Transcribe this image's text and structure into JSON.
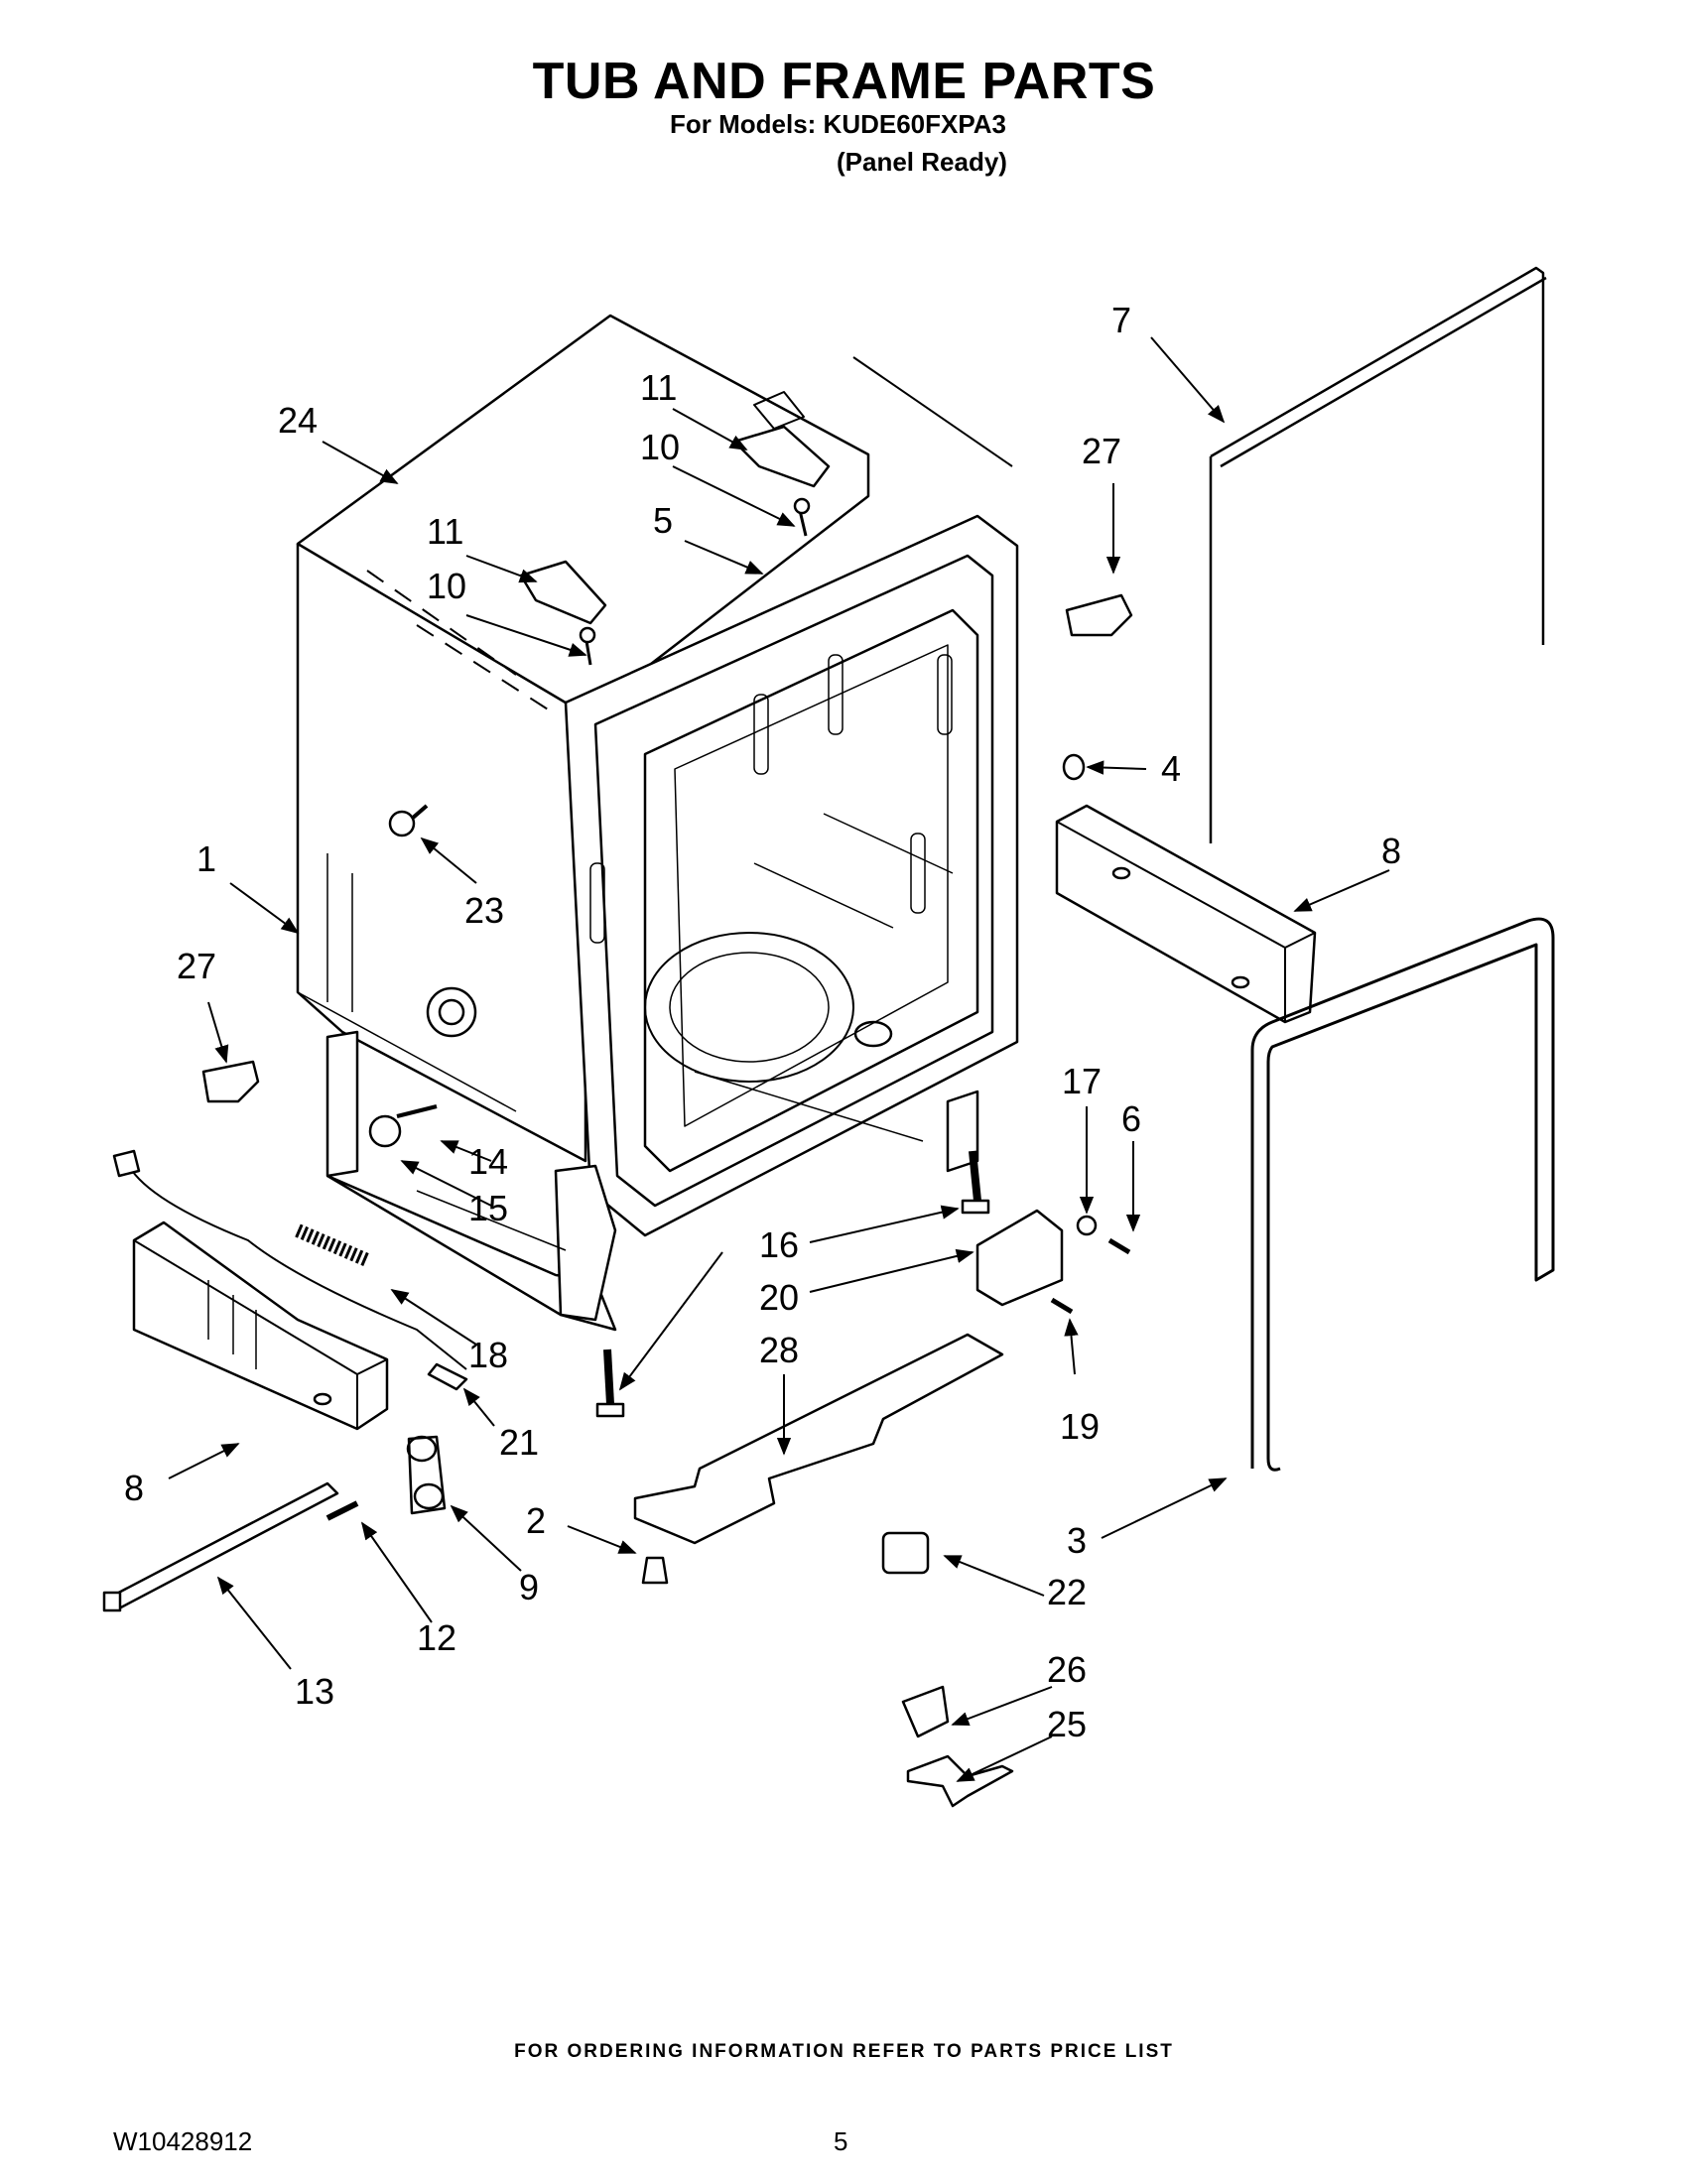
{
  "header": {
    "title": "TUB AND FRAME PARTS",
    "models_line": "For Models: KUDE60FXPA3",
    "variant_line": "(Panel Ready)"
  },
  "callouts": [
    "24",
    "11",
    "10",
    "5",
    "7",
    "27",
    "11",
    "10",
    "4",
    "1",
    "23",
    "8",
    "27",
    "14",
    "15",
    "17",
    "6",
    "16",
    "20",
    "28",
    "18",
    "21",
    "8",
    "19",
    "2",
    "3",
    "9",
    "22",
    "12",
    "13",
    "26",
    "25"
  ],
  "footer": {
    "ordering_note": "FOR ORDERING INFORMATION REFER TO PARTS PRICE LIST",
    "doc_number": "W10428912",
    "page_number": "5"
  }
}
